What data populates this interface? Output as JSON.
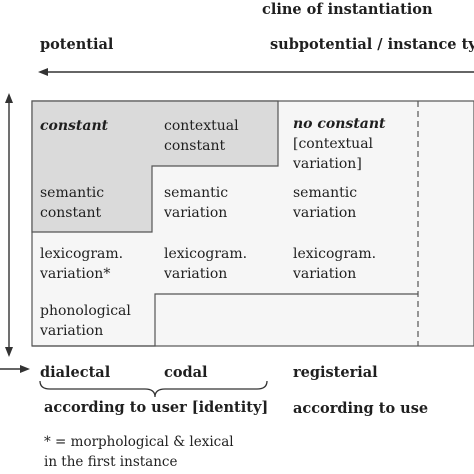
{
  "header": {
    "cline": "cline of instantiation",
    "potential": "potential",
    "subpotential": "subpotential / instance type"
  },
  "cells": {
    "constant": "constant",
    "contextual_constant": [
      "contextual",
      "constant"
    ],
    "no_constant": "no constant",
    "contextual_variation": [
      "[contextual",
      "variation]"
    ],
    "semantic_constant": [
      "semantic",
      "constant"
    ],
    "semantic_variation_1": [
      "semantic",
      "variation"
    ],
    "semantic_variation_2": [
      "semantic",
      "variation"
    ],
    "lexicogram_variation_star": [
      "lexicogram.",
      "variation*"
    ],
    "lexicogram_variation_1": [
      "lexicogram.",
      "variation"
    ],
    "lexicogram_variation_2": [
      "lexicogram.",
      "variation"
    ],
    "phonological_variation": [
      "phonological",
      "variation"
    ]
  },
  "bottom": {
    "dialectal": "dialectal",
    "codal": "codal",
    "registerial": "registerial",
    "according_to_user": "according to user [identity]",
    "according_to_use": "according to use"
  },
  "footnote": [
    "* = morphological & lexical",
    "in the first instance"
  ],
  "colors": {
    "outer_fill": "#f6f6f6",
    "shaded_fill": "#dadada",
    "line": "#555555",
    "text": "#1f1f1f"
  }
}
